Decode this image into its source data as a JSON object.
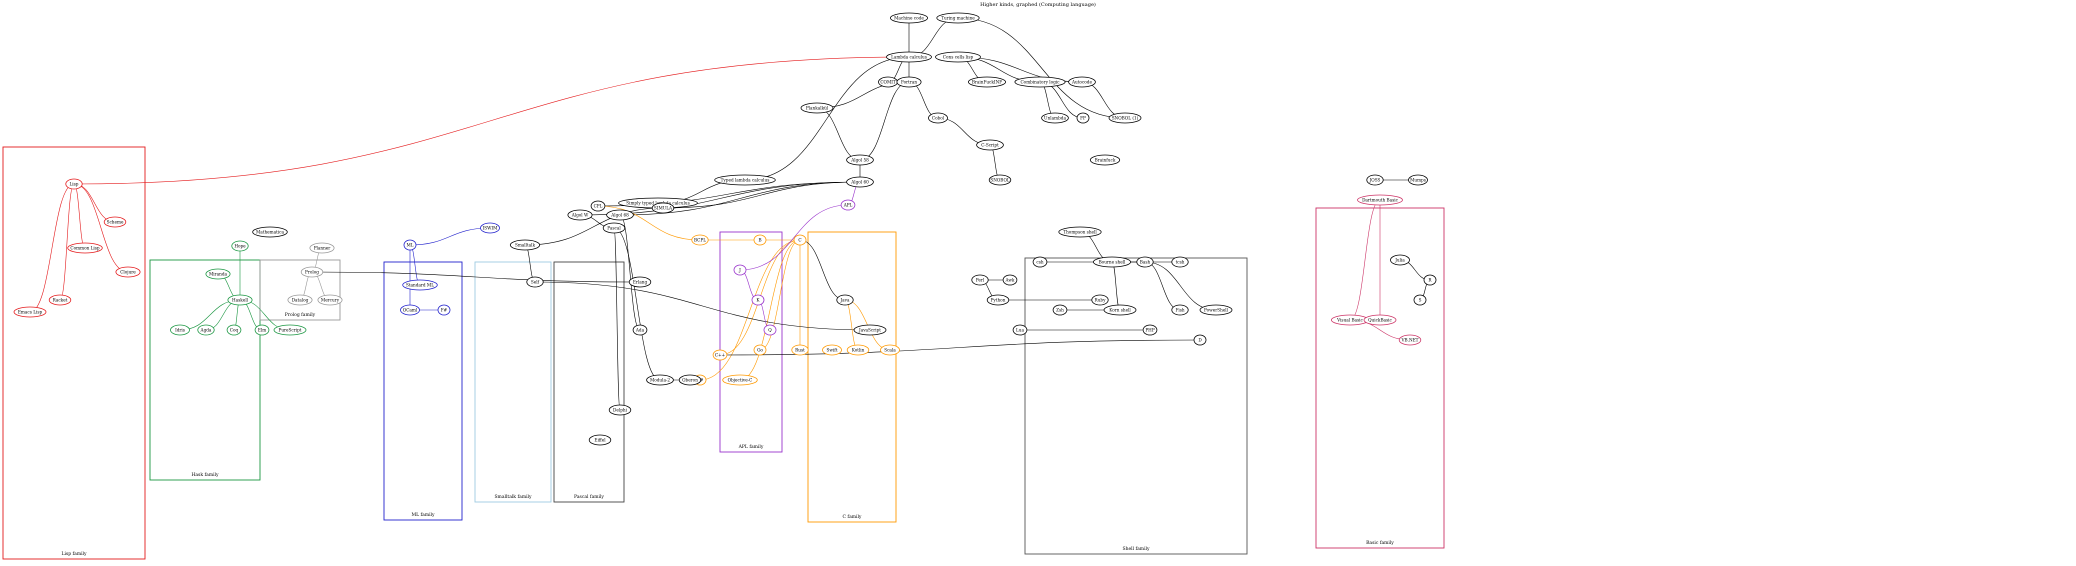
{
  "title": "Higher kinds, graphed (Computing language)",
  "clusters": [
    {
      "id": "lisp",
      "label": "Lisp family",
      "color": "#e41a1c"
    },
    {
      "id": "haskell",
      "label": "Hask family",
      "color": "#1a9641"
    },
    {
      "id": "prolog",
      "label": "Prolog family",
      "color": "#999999"
    },
    {
      "id": "ml",
      "label": "ML family",
      "color": "#2222cc"
    },
    {
      "id": "smalltalk",
      "label": "Smalltalk family",
      "color": "#9ecae1"
    },
    {
      "id": "pascal",
      "label": "Pascal family",
      "color": "#444444"
    },
    {
      "id": "apl",
      "label": "APL family",
      "color": "#9933cc"
    },
    {
      "id": "c",
      "label": "C family",
      "color": "#ff9900"
    },
    {
      "id": "shell",
      "label": "Shell family",
      "color": "#555555"
    },
    {
      "id": "basic",
      "label": "Basic family",
      "color": "#cc3366"
    }
  ],
  "nodes": [
    {
      "id": "n1",
      "label": "Machine code"
    },
    {
      "id": "n2",
      "label": "Turing machine"
    },
    {
      "id": "n3",
      "label": "Lambda calculus"
    },
    {
      "id": "n4",
      "label": "Cons cells lisp"
    },
    {
      "id": "n5",
      "label": "COMIT"
    },
    {
      "id": "n6",
      "label": "Fortran"
    },
    {
      "id": "n7",
      "label": "BrainFuckINF"
    },
    {
      "id": "n8",
      "label": "Combinatory logic"
    },
    {
      "id": "n9",
      "label": "Autocode"
    },
    {
      "id": "n10",
      "label": "Unlambda"
    },
    {
      "id": "n11",
      "label": "FP"
    },
    {
      "id": "n12",
      "label": "SNOBOL (1)"
    },
    {
      "id": "n13",
      "label": "Plankalkül"
    },
    {
      "id": "n14",
      "label": "Algol 58"
    },
    {
      "id": "n15",
      "label": "Cobol"
    },
    {
      "id": "n16",
      "label": "C-Script"
    },
    {
      "id": "n17",
      "label": "Brainfuck"
    },
    {
      "id": "n18",
      "label": "Lisp"
    },
    {
      "id": "n19",
      "label": "SNOBOL"
    },
    {
      "id": "n20",
      "label": "Typed lambda calculus"
    },
    {
      "id": "n21",
      "label": "Algol 60"
    },
    {
      "id": "n22",
      "label": "JOSS"
    },
    {
      "id": "n23",
      "label": "Mumps"
    },
    {
      "id": "n24",
      "label": "Dartmouth Basic"
    },
    {
      "id": "n25",
      "label": "Simply typed lambda calculus"
    },
    {
      "id": "n26",
      "label": "APL"
    },
    {
      "id": "n27",
      "label": "CPL"
    },
    {
      "id": "n28",
      "label": "Algol W"
    },
    {
      "id": "n29",
      "label": "Algol 68"
    },
    {
      "id": "n30",
      "label": "SIMULA"
    },
    {
      "id": "n31",
      "label": "Pascal"
    },
    {
      "id": "n32",
      "label": "ISWIM"
    },
    {
      "id": "n33",
      "label": "Planner"
    },
    {
      "id": "n34",
      "label": "Prolog"
    },
    {
      "id": "n35",
      "label": "Mathematica"
    },
    {
      "id": "n36",
      "label": "BCPL"
    },
    {
      "id": "n37",
      "label": "B"
    },
    {
      "id": "n38",
      "label": "C"
    },
    {
      "id": "n39",
      "label": "Smalltalk"
    },
    {
      "id": "n40",
      "label": "Self"
    },
    {
      "id": "n41",
      "label": "Erlang"
    },
    {
      "id": "n42",
      "label": "Perl"
    },
    {
      "id": "n43",
      "label": "Awk"
    },
    {
      "id": "n44",
      "label": "Thompson shell"
    },
    {
      "id": "n45",
      "label": "Bourne shell"
    },
    {
      "id": "n46",
      "label": "Bash"
    },
    {
      "id": "n47",
      "label": "csh"
    },
    {
      "id": "n48",
      "label": "tcsh"
    },
    {
      "id": "n49",
      "label": "Korn shell"
    },
    {
      "id": "n50",
      "label": "Zsh"
    },
    {
      "id": "n51",
      "label": "Fish"
    },
    {
      "id": "n52",
      "label": "PowerShell"
    },
    {
      "id": "n53",
      "label": "ML"
    },
    {
      "id": "n54",
      "label": "Standard ML"
    },
    {
      "id": "n55",
      "label": "OCaml"
    },
    {
      "id": "n56",
      "label": "F#"
    },
    {
      "id": "n57",
      "label": "Haskell"
    },
    {
      "id": "n58",
      "label": "Miranda"
    },
    {
      "id": "n59",
      "label": "Hope"
    },
    {
      "id": "n60",
      "label": "Scheme"
    },
    {
      "id": "n61",
      "label": "Common Lisp"
    },
    {
      "id": "n62",
      "label": "Clojure"
    },
    {
      "id": "n63",
      "label": "Racket"
    },
    {
      "id": "n64",
      "label": "Emacs Lisp"
    },
    {
      "id": "n65",
      "label": "Java"
    },
    {
      "id": "n66",
      "label": "JavaScript"
    },
    {
      "id": "n67",
      "label": "Python"
    },
    {
      "id": "n68",
      "label": "Ruby"
    },
    {
      "id": "n69",
      "label": "Lua"
    },
    {
      "id": "n70",
      "label": "PHP"
    },
    {
      "id": "n71",
      "label": "Go"
    },
    {
      "id": "n72",
      "label": "Rust"
    },
    {
      "id": "n73",
      "label": "Swift"
    },
    {
      "id": "n74",
      "label": "Kotlin"
    },
    {
      "id": "n75",
      "label": "Scala"
    },
    {
      "id": "n76",
      "label": "C++"
    },
    {
      "id": "n77",
      "label": "C#"
    },
    {
      "id": "n78",
      "label": "Objective-C"
    },
    {
      "id": "n79",
      "label": "D"
    },
    {
      "id": "n80",
      "label": "Ada"
    },
    {
      "id": "n81",
      "label": "Modula-2"
    },
    {
      "id": "n82",
      "label": "Oberon"
    },
    {
      "id": "n83",
      "label": "Delphi"
    },
    {
      "id": "n84",
      "label": "Eiffel"
    },
    {
      "id": "n85",
      "label": "Visual Basic"
    },
    {
      "id": "n86",
      "label": "QuickBasic"
    },
    {
      "id": "n87",
      "label": "VB.NET"
    },
    {
      "id": "n88",
      "label": "J"
    },
    {
      "id": "n89",
      "label": "K"
    },
    {
      "id": "n90",
      "label": "Q"
    },
    {
      "id": "n91",
      "label": "Julia"
    },
    {
      "id": "n92",
      "label": "R"
    },
    {
      "id": "n93",
      "label": "S"
    },
    {
      "id": "n94",
      "label": "Idris"
    },
    {
      "id": "n95",
      "label": "Agda"
    },
    {
      "id": "n96",
      "label": "Coq"
    },
    {
      "id": "n97",
      "label": "Elm"
    },
    {
      "id": "n98",
      "label": "PureScript"
    },
    {
      "id": "n99",
      "label": "Datalog"
    },
    {
      "id": "n100",
      "label": "Mercury"
    }
  ]
}
